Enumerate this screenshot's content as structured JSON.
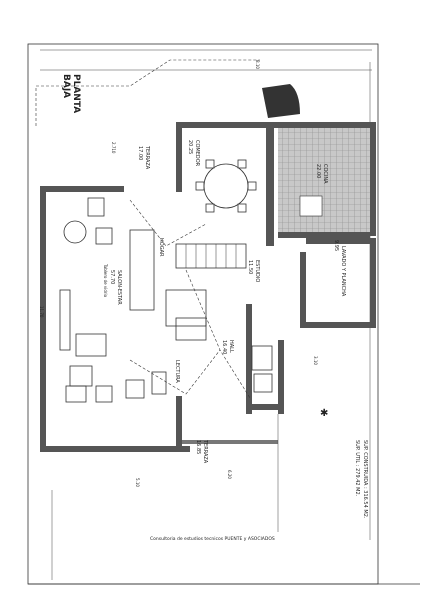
{
  "title": {
    "line1": "PLANTA",
    "line2": "BAJA"
  },
  "rooms": {
    "terraza_top": {
      "name": "TERRAZA",
      "area": "17.00"
    },
    "comedor": {
      "name": "COMEDOR",
      "area": "20.25"
    },
    "cocina": {
      "name": "COCINA",
      "area": "22.00"
    },
    "lavado": {
      "name": "LAVADO Y PLANCHA",
      "area": "9.95"
    },
    "estudio": {
      "name": "ESTUDIO",
      "area": "11.50"
    },
    "hogar": {
      "name": "HOGAR"
    },
    "salon": {
      "name": "SALON-ESTAR",
      "area": "57.70",
      "note": "Tablero de vidrio"
    },
    "hall": {
      "name": "HALL",
      "area": "16.40"
    },
    "lectura": {
      "name": "LECTURA"
    },
    "terraza_bottom": {
      "name": "TERRAZA",
      "area": "16.85"
    }
  },
  "dimensions": {
    "d_810": "8.10",
    "d_2710": "2.710",
    "d_1170": "11.70",
    "d_310": "3.10",
    "d_620": "6.20",
    "d_510": "5.10"
  },
  "summary": {
    "sup_construida": "SUP. CONSTRUIDA : 316.54 M2.",
    "sup_util": "SUP. UTIL     : 279.42 M2."
  },
  "footer": "Consultoria de estudios tecnicos PUENTE y ASOCIADOS",
  "colors": {
    "wall": "#555555",
    "line": "#333333",
    "tile": "#888888"
  }
}
